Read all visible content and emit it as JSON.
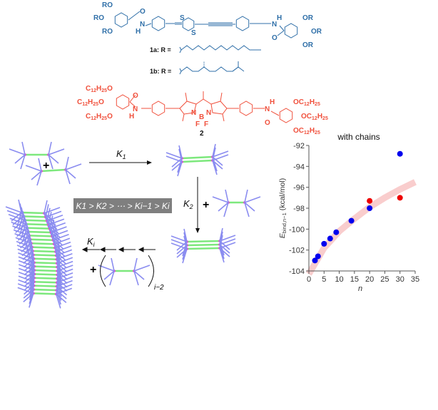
{
  "compound_1": {
    "substituent_left": [
      "RO",
      "RO",
      "RO"
    ],
    "substituent_right": [
      "OR",
      "OR",
      "OR"
    ],
    "carbonyl_o": "O",
    "amide_n": "N",
    "amide_h": "H",
    "sulfur": "S",
    "label_1a": "1a: R =",
    "label_1b": "1b: R ="
  },
  "compound_2": {
    "chain": "C",
    "chain_sub1": "12",
    "chain_h": "H",
    "chain_sub2": "25",
    "oxygen": "O",
    "carbonyl_o": "O",
    "amide_n": "N",
    "amide_h": "H",
    "boron": "B",
    "nitrogen": "N",
    "fluorine": "F",
    "label": "2"
  },
  "scheme": {
    "k1": "K",
    "k1_sub": "1",
    "k2": "K",
    "k2_sub": "2",
    "ki": "K",
    "ki_sub": "i",
    "plus": "+",
    "exponent": "i−2",
    "inequality": "K1 > K2 > ⋯ > Ki−1 > Ki",
    "inequality_bg": "#7f7f7f"
  },
  "colors": {
    "compound1": "#2f6fa8",
    "compound2": "#f0503c",
    "chain": "#8a8cf0",
    "core": "#7de87d",
    "hbond": "#ff33cc"
  },
  "chart_data": {
    "type": "scatter",
    "title": "with chains",
    "xlabel": "n",
    "ylabel": "Ebind,n−1 (kcal/mol)",
    "ylabel_main": "E",
    "ylabel_sub": "bind,n−1",
    "ylabel_unit": " (kcal/mol)",
    "xlim": [
      0,
      35
    ],
    "ylim": [
      -104,
      -92
    ],
    "xticks": [
      "0",
      "5",
      "10",
      "15",
      "20",
      "25",
      "30",
      "35"
    ],
    "yticks": [
      "-92",
      "-94",
      "-96",
      "-98",
      "-100",
      "-102",
      "-104"
    ],
    "series": [
      {
        "name": "blue",
        "color": "#0000ee",
        "x": [
          2,
          3,
          5,
          7,
          9,
          14,
          20,
          30
        ],
        "y": [
          -103.0,
          -102.6,
          -101.4,
          -100.9,
          -100.3,
          -99.2,
          -98.0,
          -92.8
        ]
      },
      {
        "name": "red",
        "color": "#ee0000",
        "x": [
          20,
          30
        ],
        "y": [
          -97.3,
          -97.0
        ]
      }
    ],
    "trend_band": {
      "color": "#f8c8c8",
      "x": [
        0,
        5,
        10,
        15,
        20,
        25,
        30,
        35
      ],
      "y": [
        -104.3,
        -101.8,
        -100.2,
        -99.0,
        -97.9,
        -97.0,
        -96.2,
        -95.5
      ]
    }
  }
}
